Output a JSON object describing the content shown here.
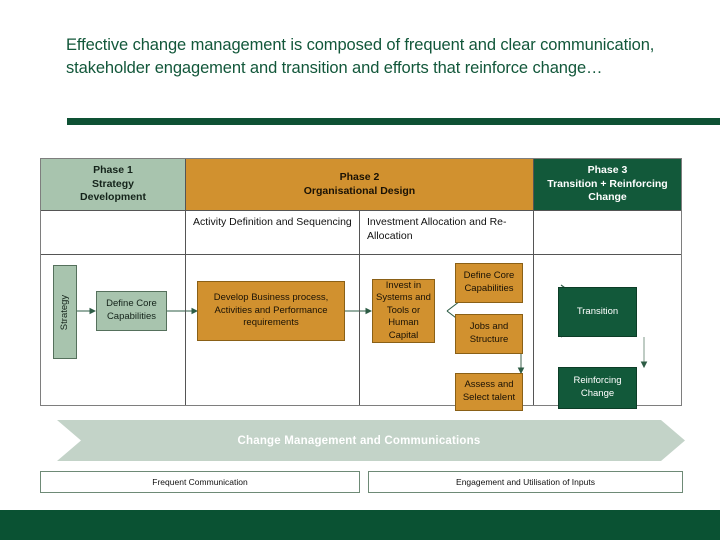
{
  "slide": {
    "title": "Effective change management is composed of frequent and clear communication, stakeholder engagement and transition and efforts that reinforce change…",
    "accent_green": "#0E5134",
    "light_green": "#A8C4AE",
    "orange": "#D1912F",
    "dark_green": "#12593A",
    "banner_green": "#C3D3C8"
  },
  "diagram": {
    "phases": [
      {
        "label": "Phase 1\nStrategy\nDevelopment",
        "line1": "Phase 1",
        "line2": "Strategy",
        "line3": "Development",
        "color": "#A8C4AE"
      },
      {
        "label": "Phase 2\nOrganisational Design",
        "line1": "Phase 2",
        "line2": "Organisational Design",
        "line3": "",
        "color": "#D1912F"
      },
      {
        "label": "Phase 3\nTransition + Reinforcing Change",
        "line1": "Phase 3",
        "line2": "Transition + Reinforcing",
        "line3": "Change",
        "color": "#12593A"
      }
    ],
    "sub_headers": [
      "",
      "Activity Definition and Sequencing",
      "Investment Allocation and Re-Allocation",
      ""
    ],
    "axis_label": "Strategy",
    "nodes": [
      {
        "id": "define-core-capabilities-1",
        "label": "Define Core Capabilities",
        "style": "green"
      },
      {
        "id": "develop-business-process",
        "label": "Develop Business process, Activities and Performance requirements",
        "style": "orange"
      },
      {
        "id": "invest-in-systems",
        "label": "Invest in Systems and Tools or Human Capital",
        "style": "orange"
      },
      {
        "id": "define-core-capabilities-2",
        "label": "Define Core Capabilities",
        "style": "orange"
      },
      {
        "id": "jobs-and-structure",
        "label": "Jobs and Structure",
        "style": "orange"
      },
      {
        "id": "assess-and-select-talent",
        "label": "Assess and Select talent",
        "style": "orange"
      },
      {
        "id": "transition",
        "label": "Transition",
        "style": "dark"
      },
      {
        "id": "reinforcing-change",
        "label": "Reinforcing Change",
        "style": "dark"
      }
    ]
  },
  "banner": {
    "label": "Change Management and Communications"
  },
  "bottom_boxes": [
    {
      "label": "Frequent Communication"
    },
    {
      "label": "Engagement and Utilisation of Inputs"
    }
  ]
}
